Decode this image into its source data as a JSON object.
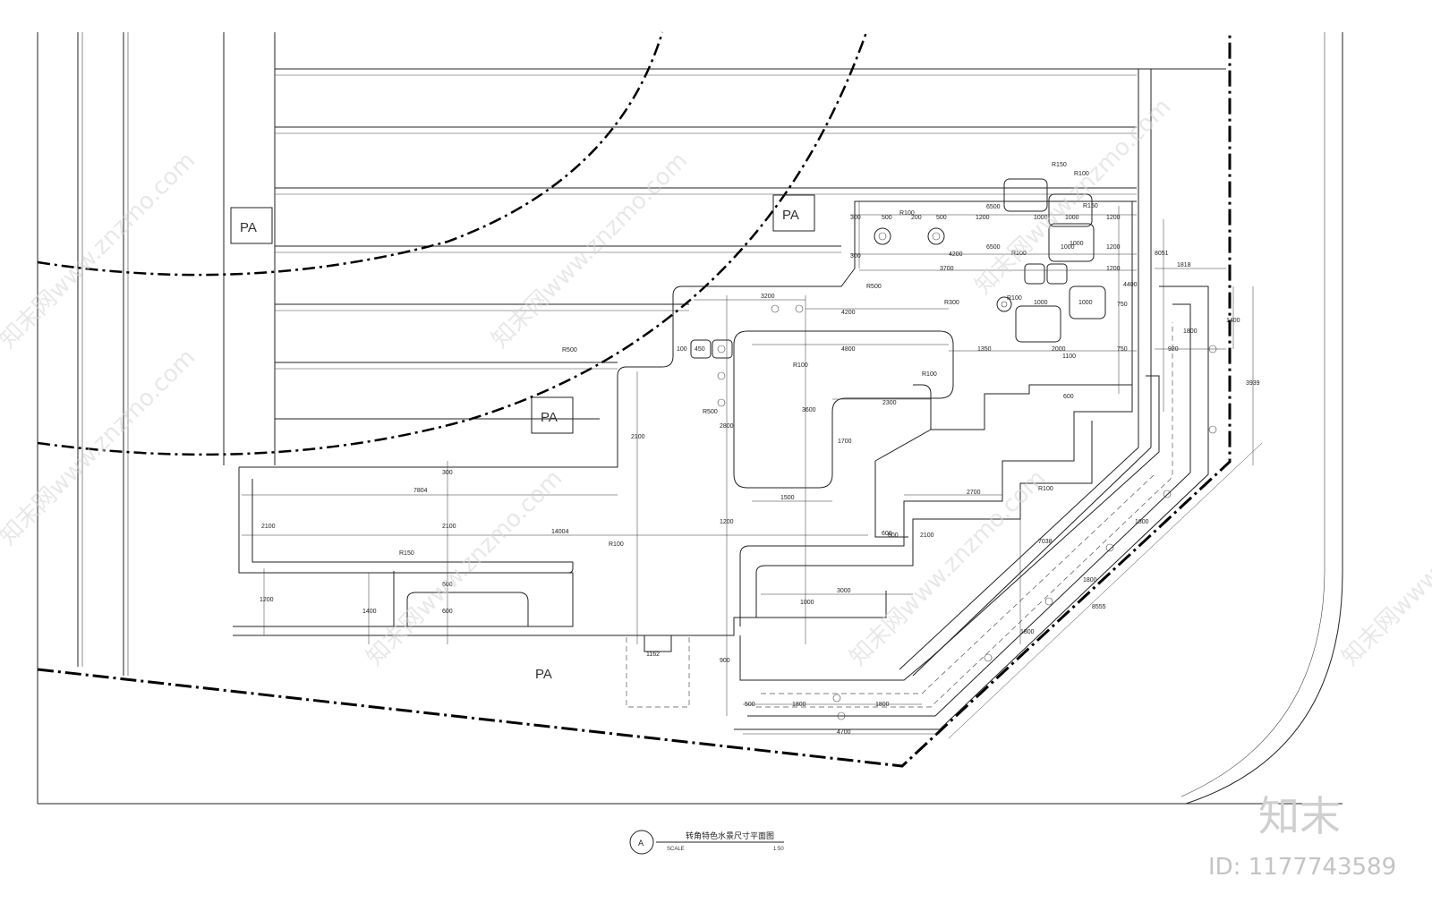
{
  "parking_labels": [
    "PA",
    "PA",
    "PA",
    "PA"
  ],
  "dimensions": {
    "top_row": [
      "300",
      "500",
      "200",
      "500",
      "1200",
      "6500",
      "1000",
      "1000",
      "1200"
    ],
    "second_row": [
      "300",
      "4200",
      "6500",
      "1000",
      "1200",
      "3700",
      "1000",
      "1200"
    ],
    "left_block": [
      "3200",
      "4200",
      "450",
      "100",
      "4800",
      "1350",
      "2300",
      "1500",
      "1700",
      "3600",
      "2800"
    ],
    "long_runs": [
      "7804",
      "14004",
      "2700",
      "3000",
      "4700",
      "1800",
      "1800",
      "500"
    ],
    "verticals": [
      "2100",
      "2100",
      "2100",
      "1200",
      "1400",
      "600",
      "600",
      "300",
      "900",
      "1200",
      "1000",
      "600",
      "2100",
      "8051",
      "1818",
      "1400",
      "3939",
      "920",
      "1800"
    ],
    "radii": [
      "R150",
      "R100",
      "R150",
      "R100",
      "R100",
      "R500",
      "R300",
      "R100",
      "R100",
      "R500",
      "R500",
      "R100",
      "R100",
      "R150",
      "R100"
    ],
    "angled": [
      "7038",
      "1800",
      "1800",
      "1800",
      "8555"
    ],
    "misc": [
      "1162",
      "2000",
      "750",
      "750",
      "600",
      "600",
      "1100",
      "1000",
      "4400",
      "1000"
    ]
  },
  "drawing_title": {
    "marker": "A",
    "name": "转角特色水景尺寸平面图",
    "scale_label": "SCALE",
    "scale_value": "1:50"
  },
  "watermark": {
    "text": "知末网www.znzmo.com",
    "logo": "知末",
    "id": "ID: 1177743589"
  }
}
